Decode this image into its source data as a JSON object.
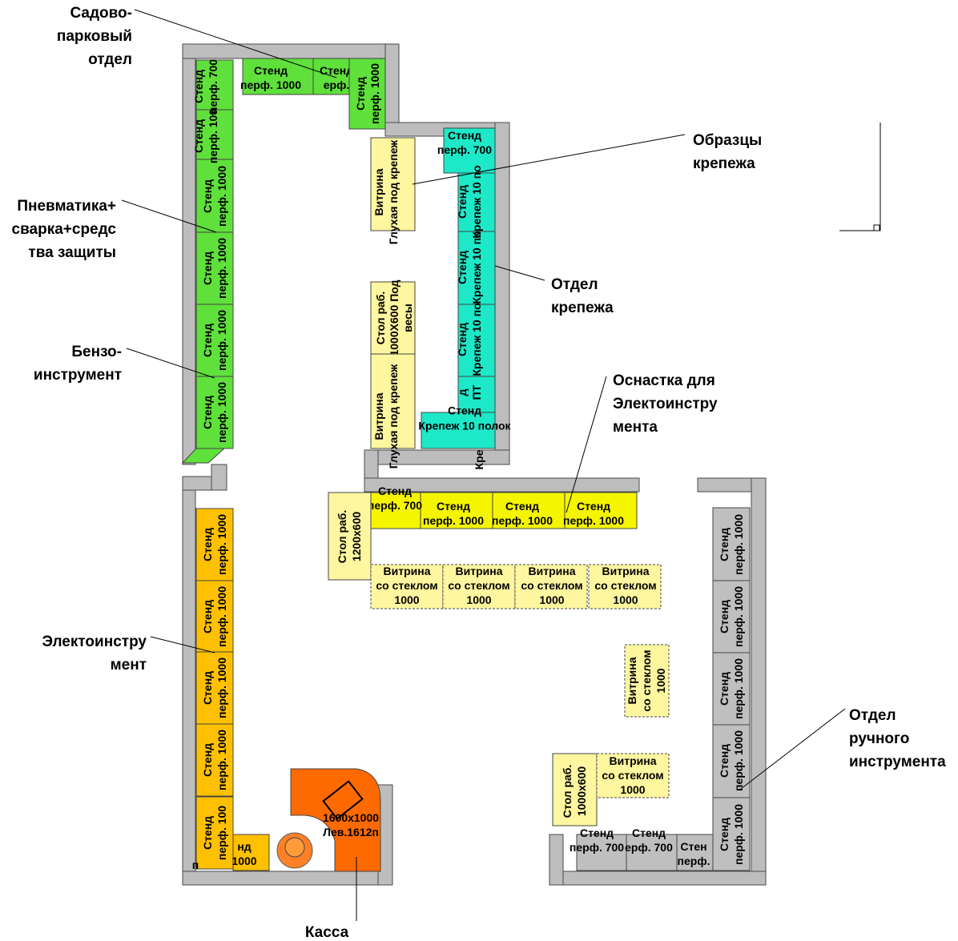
{
  "colors": {
    "wall": "#bdbdbd",
    "garden": "#5fe03b",
    "fastener": "#1de8c8",
    "showcase": "#fff6a0",
    "tool_yellow": "#f5f500",
    "power_orange": "#ffc000",
    "cashier": "#ff6a00",
    "hand_gray": "#bfbfbf"
  },
  "labels": {
    "garden_dept": [
      "Садово-",
      "парковый",
      "отдел"
    ],
    "fastener_samples": [
      "Образцы",
      "крепежа"
    ],
    "pneumatics": [
      "Пневматика+",
      "сварка+средс",
      "тва защиты"
    ],
    "fastener_dept": [
      "Отдел",
      "крепежа"
    ],
    "petrol": [
      "Бензо-",
      "инструмент"
    ],
    "tooling": [
      "Оснастка для",
      "Электоинстру",
      "мента"
    ],
    "power_tools": [
      "Электоинстру",
      "мент"
    ],
    "hand_tools": [
      "Отдел",
      "ручного",
      "инструмента"
    ],
    "cashier": "Касса"
  },
  "units": {
    "stend": "Стенд",
    "perf_1000": "перф. 1000",
    "perf_700": "перф. 700",
    "krepezh": "Крепеж 10 полок",
    "krepezh_short": "Крепеж 10 по",
    "vitrina": "Витрина",
    "glukhaya": "Глухая под крепеж",
    "so_steklom": "со стеклом",
    "v1000": "1000",
    "stol_rab": "Стол раб.",
    "stol_1000x600_vesy": "1000X600 Под",
    "vesy": "весы",
    "s1200x600": "1200x600",
    "s1000x600": "1000x600",
    "desk_size": "1600x1000",
    "desk_model": "Лев.1612п",
    "stend_frag": "Стен",
    "stend_frag2": "Стенд",
    "erf": "ерф.",
    "perf_frag": "перф.",
    "erf_700": "ерф. 700",
    "erf_1000": "ерф. 1000",
    "d_frag": "д",
    "nd_frag": "нд",
    "p_frag": "п",
    "krep_frag": "Креп",
    "kre_frag": "Кре",
    "pt_frag": "ПТ"
  }
}
